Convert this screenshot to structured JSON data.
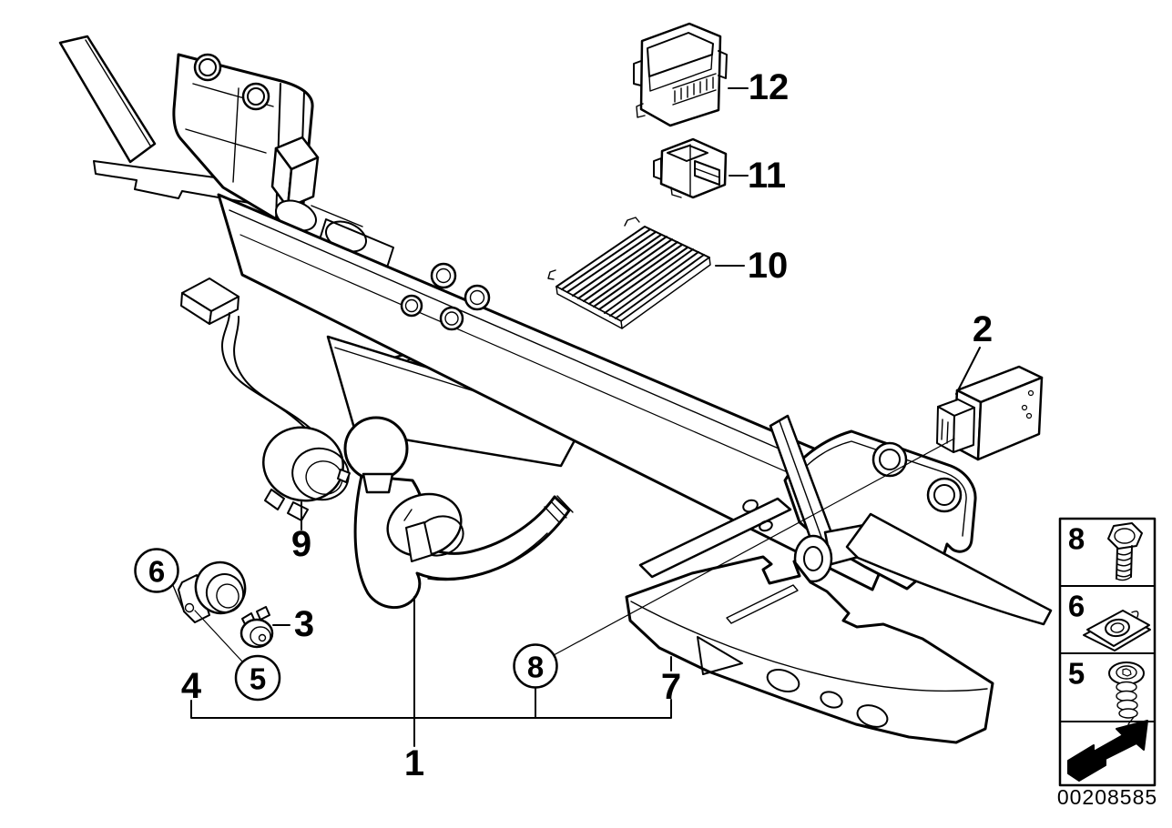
{
  "drawing_number": "00208585",
  "colors": {
    "line": "#000000",
    "background": "#ffffff"
  },
  "callouts": [
    {
      "num": "1",
      "circled": false
    },
    {
      "num": "2",
      "circled": false
    },
    {
      "num": "3",
      "circled": false
    },
    {
      "num": "4",
      "circled": false
    },
    {
      "num": "5",
      "circled": true
    },
    {
      "num": "6",
      "circled": true
    },
    {
      "num": "7",
      "circled": false
    },
    {
      "num": "8",
      "circled": true
    },
    {
      "num": "9",
      "circled": false
    },
    {
      "num": "10",
      "circled": false
    },
    {
      "num": "11",
      "circled": false
    },
    {
      "num": "12",
      "circled": false
    }
  ],
  "legend": {
    "items": [
      {
        "label": "8",
        "icon": "hex-bolt"
      },
      {
        "label": "6",
        "icon": "speed-nut-clip"
      },
      {
        "label": "5",
        "icon": "torx-screw"
      },
      {
        "label": "",
        "icon": "direction-arrow"
      }
    ]
  }
}
